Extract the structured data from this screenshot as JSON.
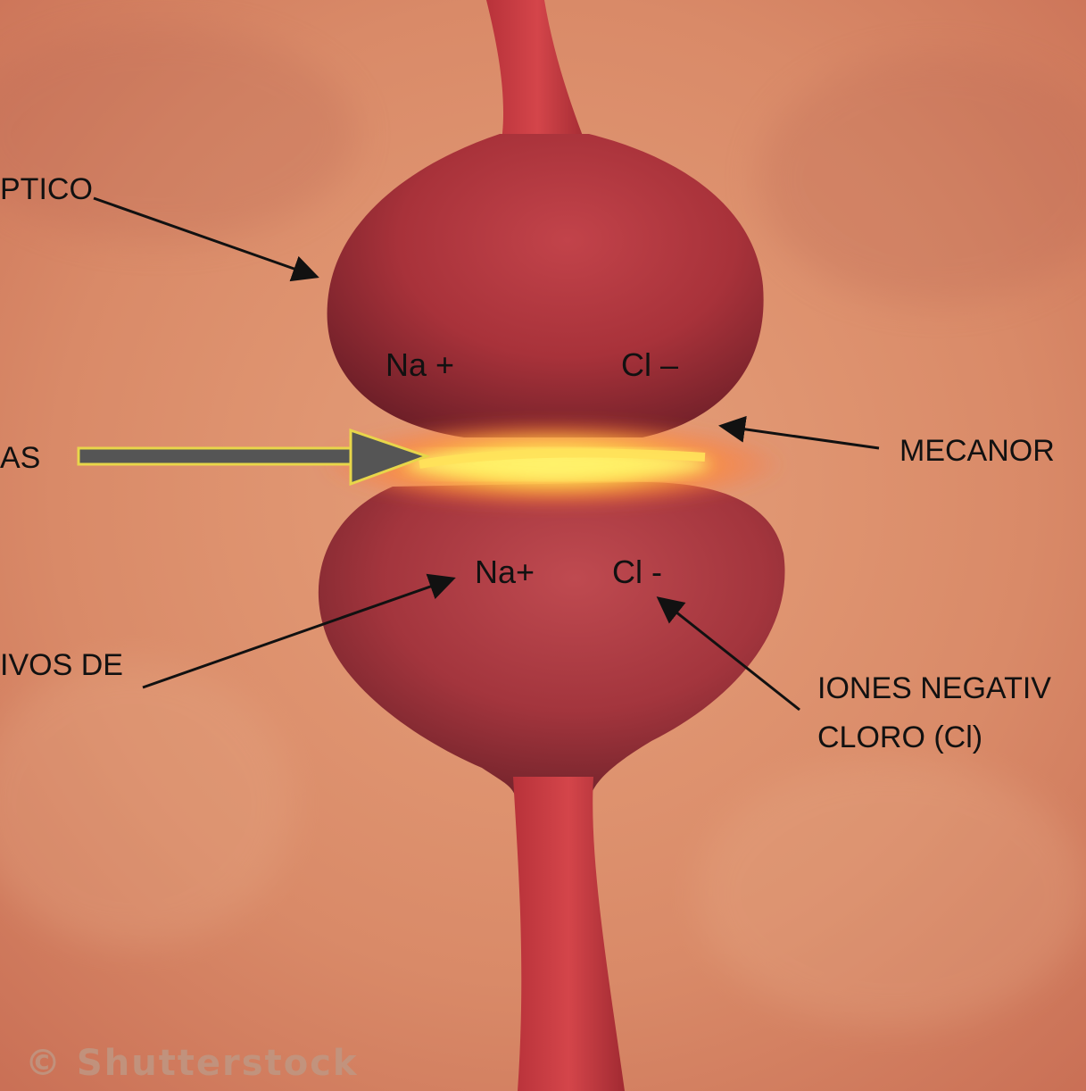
{
  "labels": {
    "top_left": "PTICO",
    "mid_left": "AS",
    "mid_right": "MECANOR",
    "lower_left": "IVOS DE",
    "lower_right_line1": "IONES NEGATIV",
    "lower_right_line2": "CLORO (Cl)"
  },
  "ions": {
    "upper_sodium": "Na +",
    "upper_chloride": "Cl –",
    "lower_sodium": "Na+",
    "lower_chloride": "Cl -"
  },
  "watermark": "© Shutterstock",
  "colors": {
    "background": "#d98a6a",
    "cell": "#a8323a",
    "cleft_glow": "#ffe84a",
    "pointer_arrow": "#555555",
    "pointer_arrow_border": "#e8d64a",
    "leader_line": "#111111"
  }
}
